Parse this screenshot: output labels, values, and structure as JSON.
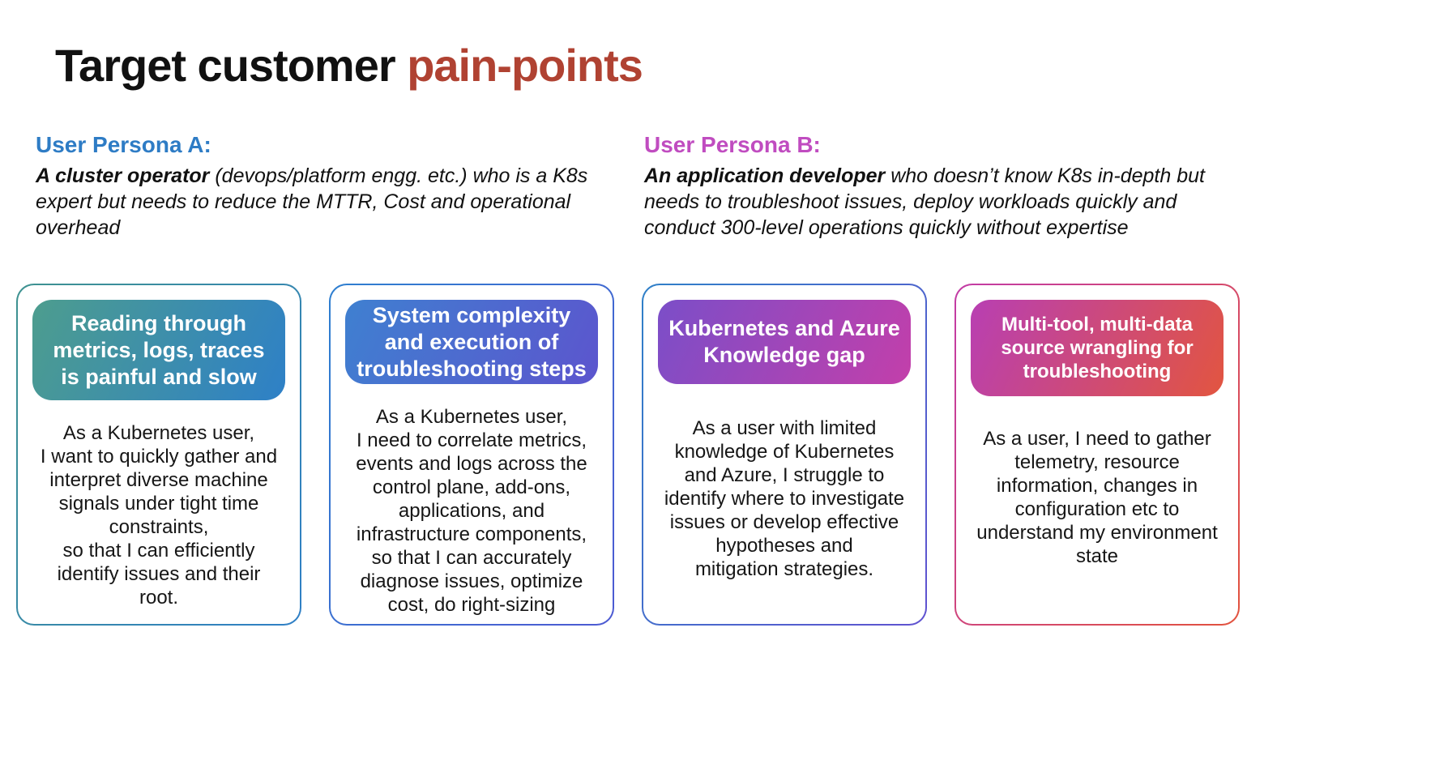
{
  "title": {
    "main": "Target customer ",
    "accent": "pain-points",
    "accent_color": "#B04232"
  },
  "personas": [
    {
      "heading": "User Persona A:",
      "heading_color": "#2E7CC5",
      "lead": "A cluster operator",
      "rest": " (devops/platform engg. etc.) who is a K8s expert but needs to reduce the MTTR, Cost and operational overhead"
    },
    {
      "heading": "User Persona B:",
      "heading_color": "#C04CC0",
      "lead": "An application developer",
      "rest": " who doesn’t know K8s in-depth but needs to troubleshoot issues, deploy workloads quickly and conduct 300-level operations quickly without expertise"
    }
  ],
  "cards": [
    {
      "title": "Reading through metrics, logs, traces is painful and slow",
      "body": "As a Kubernetes user,\nI want to quickly gather and interpret diverse machine signals under tight time constraints,\nso that I can efficiently identify issues and their root.",
      "colors": {
        "border_from": "#3E9290",
        "border_to": "#2F7FC6",
        "header_from": "#4D9D8E",
        "header_to": "#2E80C7"
      }
    },
    {
      "title": "System complexity and execution of troubleshooting steps",
      "body": "As a Kubernetes user,\nI need to correlate metrics, events and logs across the control plane, add-ons, applications, and infrastructure components,\nso that I can accurately diagnose issues, optimize cost, do right-sizing",
      "colors": {
        "border_from": "#2E7FD0",
        "border_to": "#4D5AD2",
        "header_from": "#3F80D0",
        "header_to": "#5C55CE"
      }
    },
    {
      "title": "Kubernetes and Azure Knowledge gap",
      "body": "As a user with limited knowledge of Kubernetes and Azure, I struggle to identify where to investigate issues or develop effective hypotheses and\nmitigation strategies.",
      "colors": {
        "border_from": "#2F80C8",
        "border_to": "#6052D0",
        "header_from": "#7B4EC8",
        "header_to": "#C33FAA"
      }
    },
    {
      "title": "Multi-tool, multi-data source wrangling for troubleshooting",
      "body": "As a user, I need to gather telemetry, resource information, changes in configuration etc to understand my environment state",
      "colors": {
        "border_from": "#C23BA6",
        "border_to": "#E2523D",
        "header_from": "#B83FB3",
        "header_to": "#E25540"
      }
    }
  ]
}
